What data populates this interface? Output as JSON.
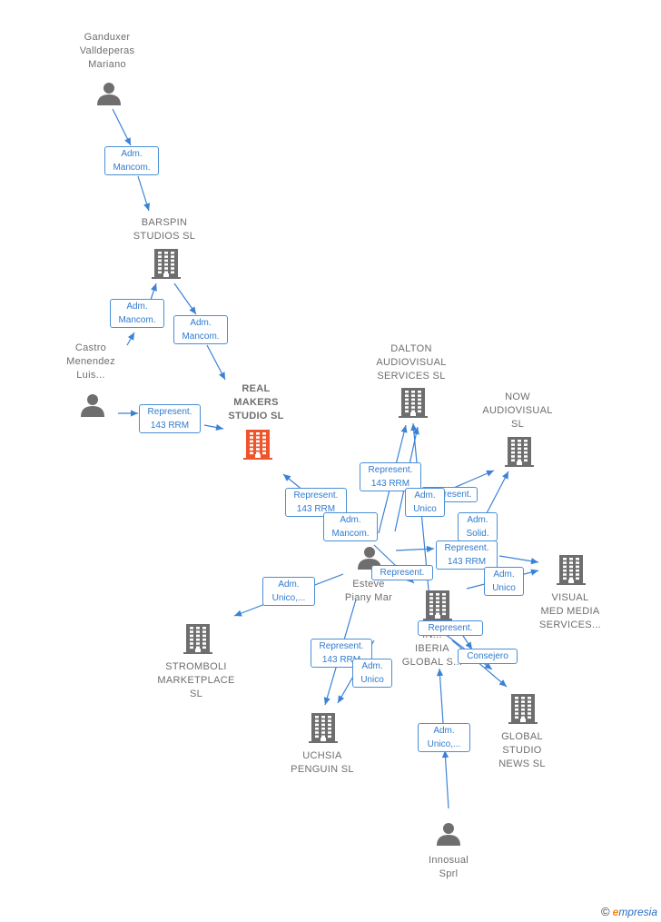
{
  "nodes": [
    {
      "id": "ganduxer",
      "type": "person",
      "lines": [
        "Ganduxer",
        "Valldeperas",
        "Mariano"
      ]
    },
    {
      "id": "barspin",
      "type": "company",
      "lines": [
        "BARSPIN",
        "STUDIOS  SL"
      ]
    },
    {
      "id": "castro",
      "type": "person",
      "lines": [
        "Castro",
        "Menendez",
        "Luis..."
      ]
    },
    {
      "id": "real",
      "type": "company-main",
      "lines": [
        "REAL",
        "MAKERS",
        "STUDIO  SL"
      ]
    },
    {
      "id": "dalton",
      "type": "company",
      "lines": [
        "DALTON",
        "AUDIOVISUAL",
        "SERVICES  SL"
      ]
    },
    {
      "id": "now",
      "type": "company",
      "lines": [
        "NOW",
        "AUDIOVISUAL",
        "SL"
      ]
    },
    {
      "id": "esteve",
      "type": "person",
      "lines": [
        "Esteve",
        "Piany Mar"
      ]
    },
    {
      "id": "visual",
      "type": "company",
      "lines": [
        "VISUAL",
        "MED MEDIA",
        "SERVICES..."
      ]
    },
    {
      "id": "stromboli",
      "type": "company",
      "lines": [
        "STROMBOLI",
        "MARKETPLACE",
        "SL"
      ]
    },
    {
      "id": "iberia",
      "type": "company",
      "lines": [
        "IN...",
        "IBERIA",
        "GLOBAL  S..."
      ]
    },
    {
      "id": "uchsia",
      "type": "company",
      "lines": [
        "UCHSIA",
        "PENGUIN  SL"
      ]
    },
    {
      "id": "global",
      "type": "company",
      "lines": [
        "GLOBAL",
        "STUDIO",
        "NEWS  SL"
      ]
    },
    {
      "id": "innosual",
      "type": "person",
      "lines": [
        "Innosual",
        "Sprl"
      ]
    }
  ],
  "edge_labels": [
    {
      "id": "e1",
      "lines": [
        "Adm.",
        "Mancom."
      ]
    },
    {
      "id": "e2",
      "lines": [
        "Adm.",
        "Mancom."
      ]
    },
    {
      "id": "e3",
      "lines": [
        "Adm.",
        "Mancom."
      ]
    },
    {
      "id": "e4",
      "lines": [
        "Represent.",
        "143 RRM"
      ]
    },
    {
      "id": "e5",
      "lines": [
        "Represent.",
        "143 RRM"
      ]
    },
    {
      "id": "e6",
      "lines": [
        "Represent.",
        "143 RRM"
      ]
    },
    {
      "id": "e7",
      "lines": [
        "Represent."
      ]
    },
    {
      "id": "e8",
      "lines": [
        "Adm.",
        "Unico"
      ]
    },
    {
      "id": "e9",
      "lines": [
        "Adm.",
        "Mancom."
      ]
    },
    {
      "id": "e10",
      "lines": [
        "Adm.",
        "Solid."
      ]
    },
    {
      "id": "e11",
      "lines": [
        "Represent.",
        "143 RRM"
      ]
    },
    {
      "id": "e12",
      "lines": [
        "Adm.",
        "Unico"
      ]
    },
    {
      "id": "e13",
      "lines": [
        "Represent."
      ]
    },
    {
      "id": "e14",
      "lines": [
        "Adm.",
        "Unico,..."
      ]
    },
    {
      "id": "e15",
      "lines": [
        "Represent."
      ]
    },
    {
      "id": "e16",
      "lines": [
        "Consejero"
      ]
    },
    {
      "id": "e17",
      "lines": [
        "Represent.",
        "143 RRM"
      ]
    },
    {
      "id": "e18",
      "lines": [
        "Adm.",
        "Unico"
      ]
    },
    {
      "id": "e19",
      "lines": [
        "Adm.",
        "Unico,..."
      ]
    }
  ],
  "colors": {
    "edge": "#3b82d6",
    "node": "#6e6e6e",
    "main_node": "#f0542a",
    "label_border": "#4a8fd6",
    "label_text": "#2f7bd0"
  },
  "footer": {
    "copyright": "©",
    "brand_initial": "e",
    "brand_rest": "mpresia"
  }
}
